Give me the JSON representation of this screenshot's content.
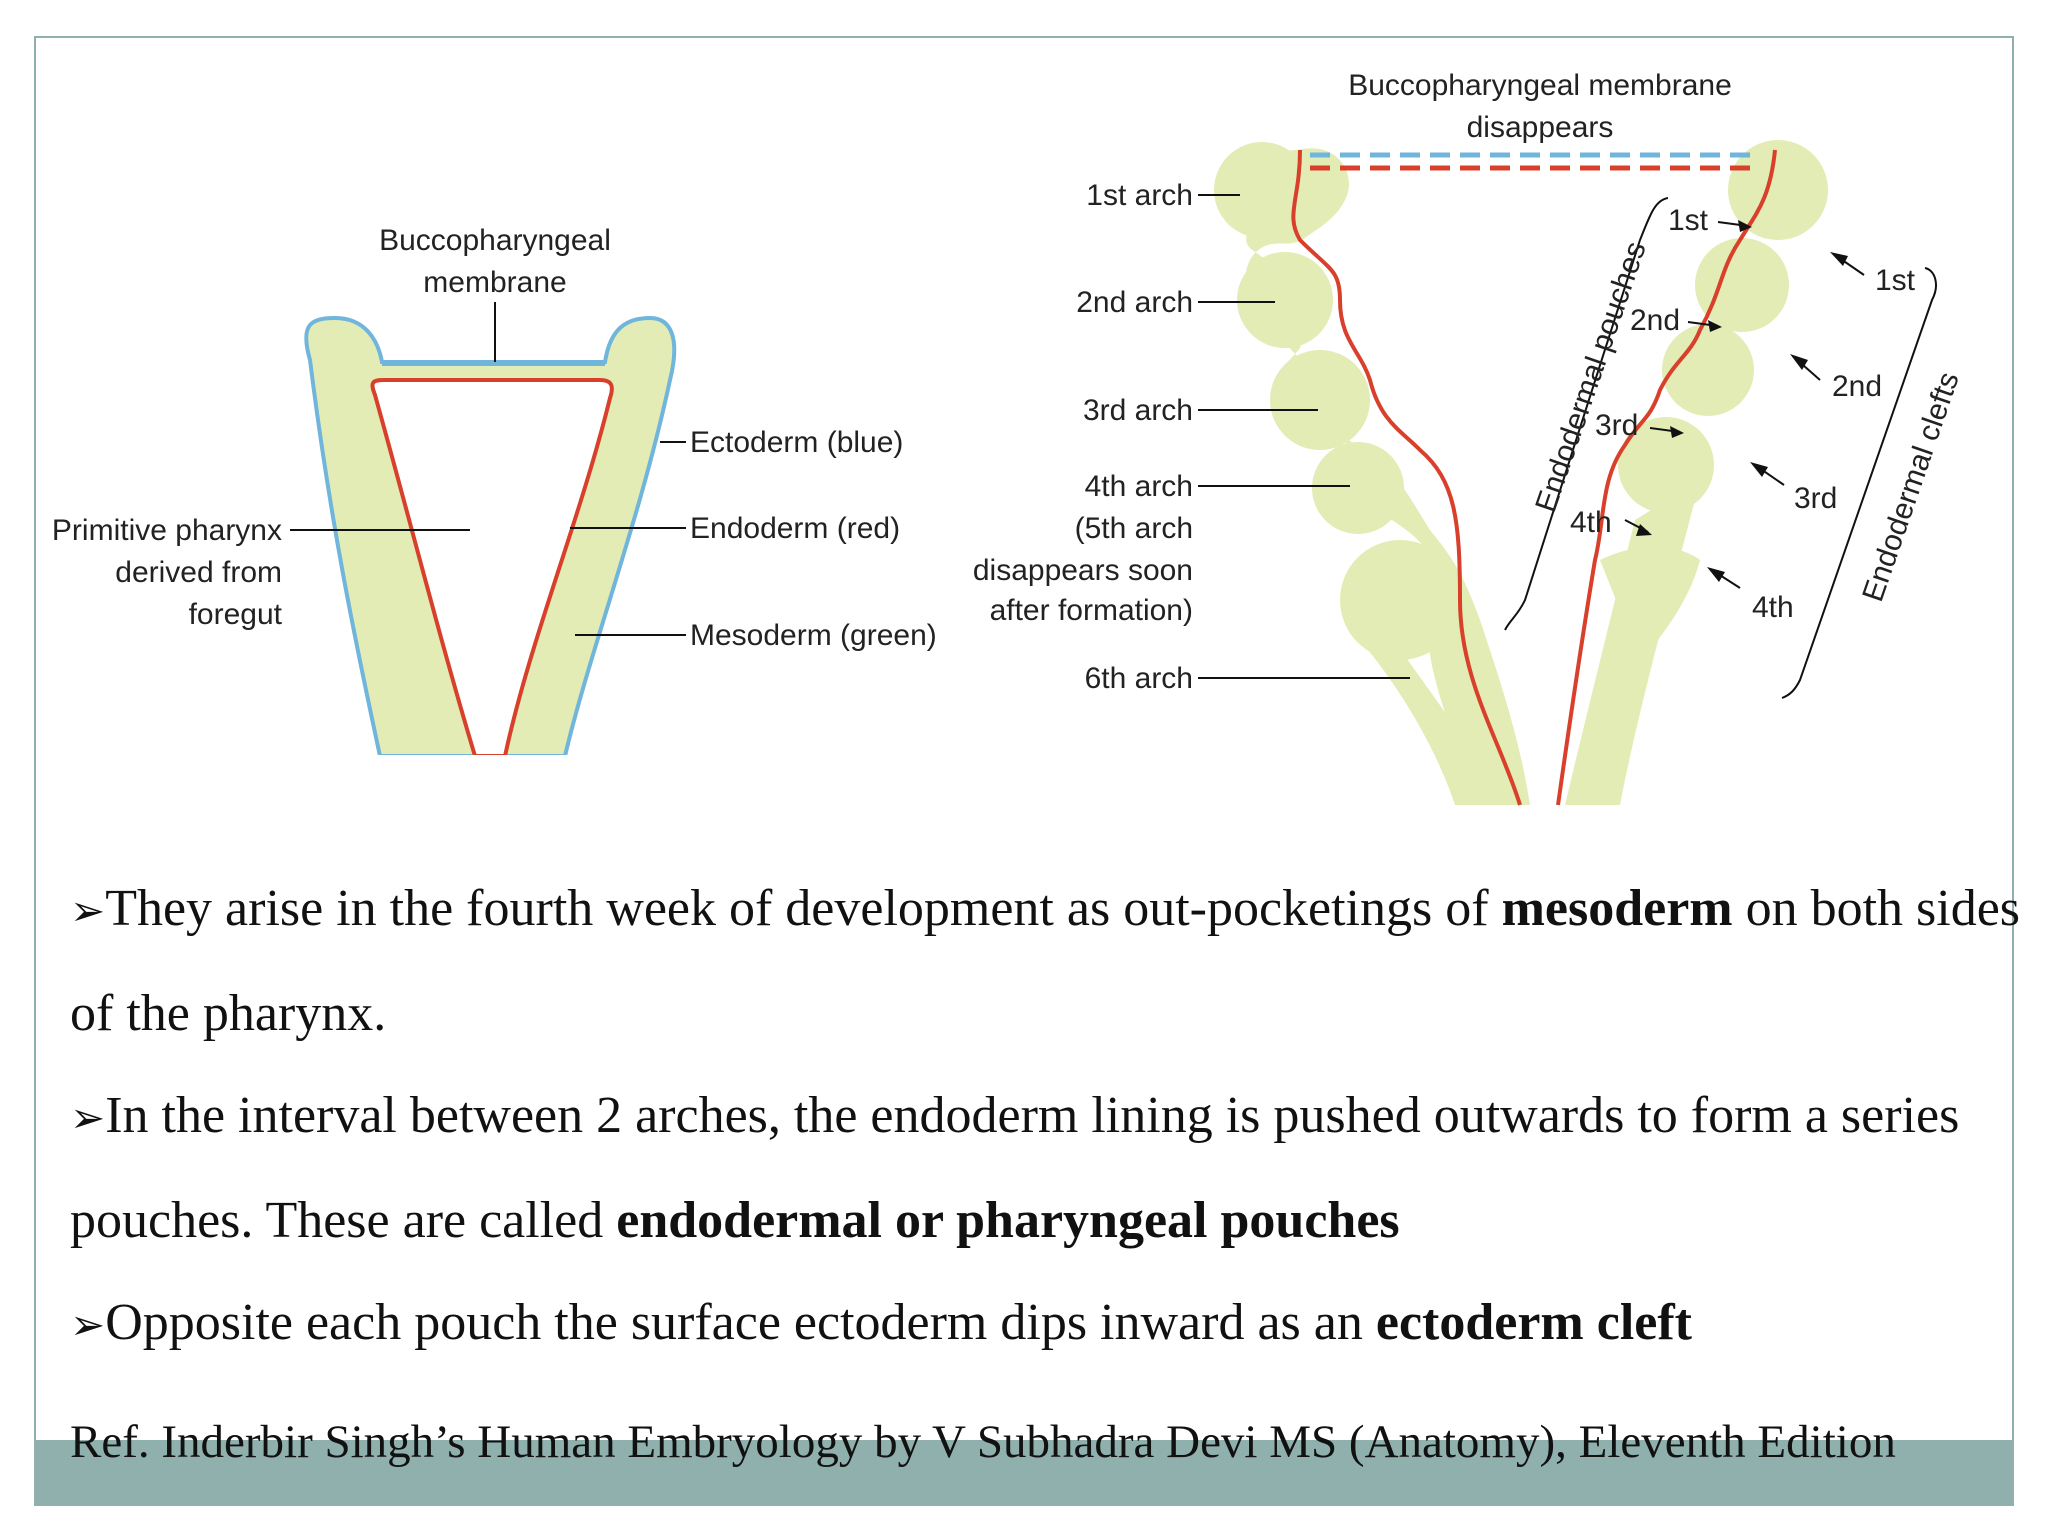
{
  "left_diagram": {
    "membrane_label_1": "Buccopharyngeal",
    "membrane_label_2": "membrane",
    "ectoderm": "Ectoderm (blue)",
    "endoderm": "Endoderm (red)",
    "mesoderm": "Mesoderm (green)",
    "pharynx_1": "Primitive pharynx",
    "pharynx_2": "derived from",
    "pharynx_3": "foregut"
  },
  "right_diagram": {
    "title_1": "Buccopharyngeal membrane",
    "title_2": "disappears",
    "arch1": "1st arch",
    "arch2": "2nd arch",
    "arch3": "3rd arch",
    "arch4": "4th arch",
    "arch5_1": "(5th arch",
    "arch5_2": "disappears soon",
    "arch5_3": "after formation)",
    "arch6": "6th arch",
    "pouches_label": "Endodermal pouches",
    "clefts_label": "Endodermal clefts",
    "pouch_1": "1st",
    "pouch_2": "2nd",
    "pouch_3": "3rd",
    "pouch_4": "4th",
    "cleft_1": "1st",
    "cleft_2": "2nd",
    "cleft_3": "3rd",
    "cleft_4": "4th"
  },
  "colors": {
    "ectoderm": "#6fb5dc",
    "endoderm": "#d8402c",
    "mesoderm": "#e3ecb4",
    "footer": "#8fb0ad"
  },
  "bullets": [
    {
      "marker": "➢",
      "text_a": "They arise in the fourth week of development as out-pocketings of ",
      "bold": "mesoderm",
      "text_b": " on both sides of the pharynx."
    },
    {
      "marker": "➢",
      "text_a": "In the interval between 2 arches, the endoderm lining is pushed outwards to form a series pouches. These are called ",
      "bold": "endodermal or pharyngeal pouches",
      "text_b": ""
    },
    {
      "marker": "➢",
      "text_a": "Opposite each pouch the surface ectoderm dips inward as  an ",
      "bold": "ectoderm cleft",
      "text_b": ""
    }
  ],
  "reference": "Ref. Inderbir Singh’s Human Embryology by V Subhadra Devi MS (Anatomy), Eleventh Edition"
}
